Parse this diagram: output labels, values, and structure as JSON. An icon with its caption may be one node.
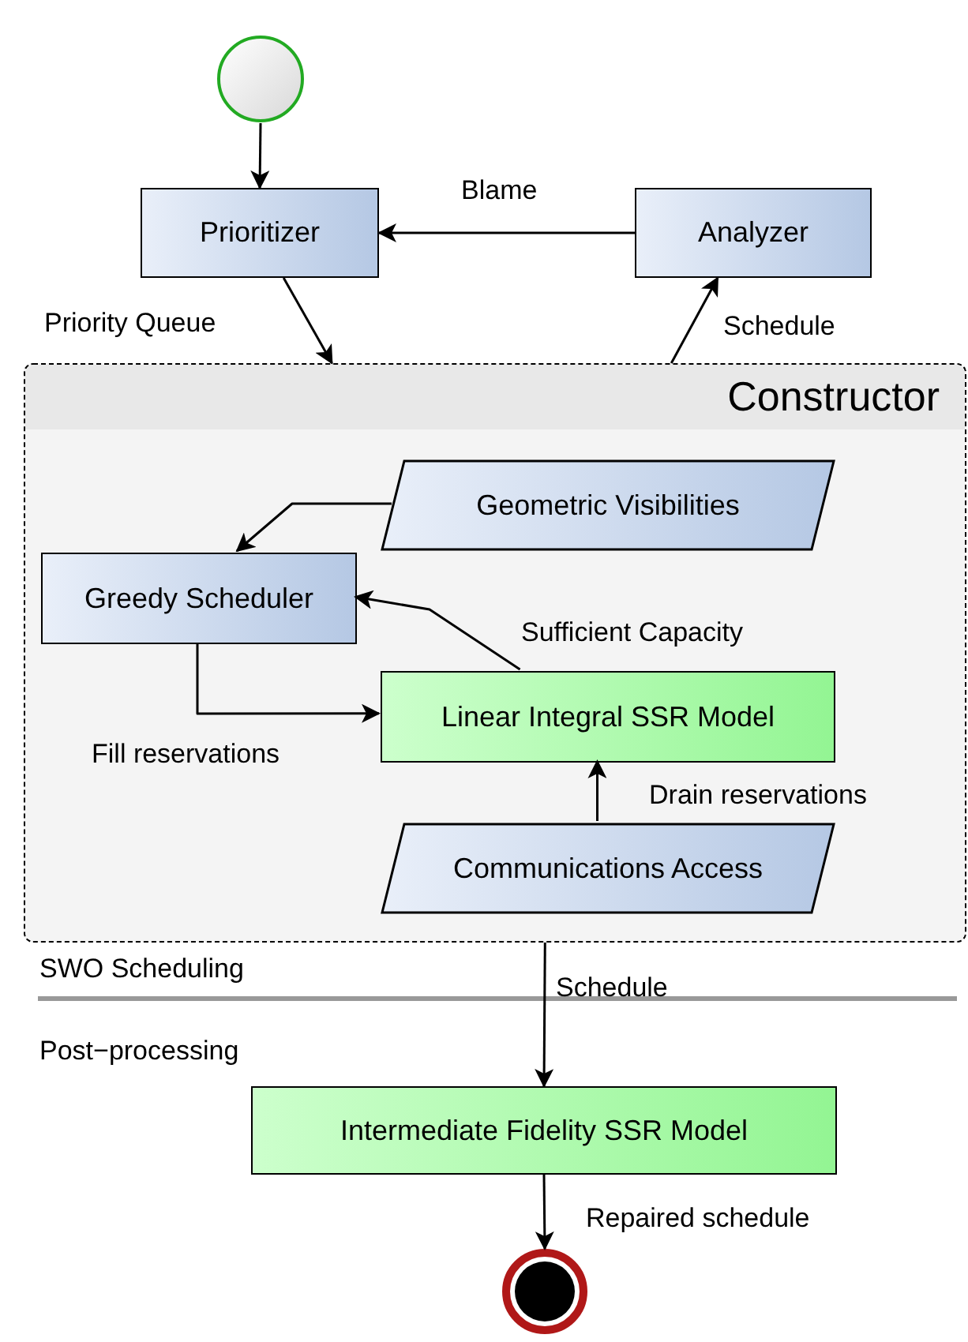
{
  "diagram": {
    "nodes": [
      {
        "text": [],
        "shape": "circle"
      },
      {
        "text": [
          "Prioritizer"
        ]
      },
      {
        "text": [
          "Analyzer"
        ]
      },
      {
        "text": [
          "Constructor"
        ]
      },
      {
        "text": [
          "Geometric Visibilities"
        ],
        "in": 3
      },
      {
        "text": [
          "Greedy Scheduler"
        ],
        "in": 3
      },
      {
        "text": [
          "Linear Integral SSR Model"
        ],
        "in": 3
      },
      {
        "text": [
          "Communications Access"
        ],
        "in": 3
      },
      {
        "text": [
          "Intermediate Fidelity SSR Model"
        ]
      },
      {
        "text": [],
        "shape": "circle"
      }
    ],
    "edges": [
      {
        "from": 0,
        "to": 1,
        "arrow": "to"
      },
      {
        "from": 2,
        "to": 1,
        "arrow": "to",
        "label": "Blame"
      },
      {
        "from": 1,
        "to": 3,
        "arrow": "to",
        "label": "Priority Queue"
      },
      {
        "from": 3,
        "to": 2,
        "arrow": "to",
        "label": "Schedule"
      },
      {
        "from": 4,
        "to": 5,
        "arrow": "to"
      },
      {
        "from": 6,
        "to": 5,
        "arrow": "to",
        "label": "Sufficient Capacity"
      },
      {
        "from": 5,
        "to": 6,
        "arrow": "to",
        "label": "Fill reservations"
      },
      {
        "from": 7,
        "to": 6,
        "arrow": "to",
        "label": "Drain reservations"
      },
      {
        "from": 3,
        "to": 8,
        "arrow": "to",
        "label": "Schedule"
      },
      {
        "from": 8,
        "to": 9,
        "arrow": "to",
        "label": "Repaired schedule"
      }
    ],
    "labels": [
      "SWO Scheduling",
      "Post−processing"
    ]
  }
}
